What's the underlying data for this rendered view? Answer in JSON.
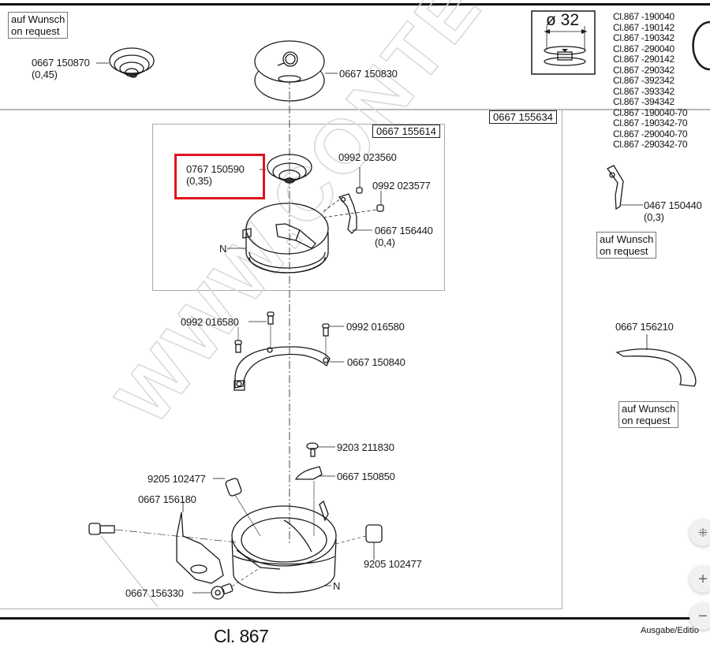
{
  "document": {
    "title": "Cl. 867",
    "edition_label": "Ausgabe/Editio",
    "watermark": "WWW.CONTEC.PL"
  },
  "bobbin_spec": {
    "symbol": "ø",
    "diameter": "32"
  },
  "models": [
    "Cl.867 -190040",
    "Cl.867 -190142",
    "Cl.867 -190342",
    "Cl.867 -290040",
    "Cl.867 -290142",
    "Cl.867 -290342",
    "Cl.867 -392342",
    "Cl.867 -393342",
    "Cl.867 -394342",
    "Cl.867 -190040-70",
    "Cl.867 -190342-70",
    "Cl.867 -290040-70",
    "Cl.867 -290342-70"
  ],
  "notes": {
    "on_request_1": {
      "de": "auf Wunsch",
      "en": "on request"
    },
    "on_request_2": {
      "de": "auf Wunsch",
      "en": "on request"
    },
    "on_request_3": {
      "de": "auf Wunsch",
      "en": "on request"
    }
  },
  "assemblies": {
    "outer": "0667 155634",
    "inner": "0667 155614"
  },
  "parts": {
    "spring_045": {
      "number": "0667 150870",
      "spec": "(0,45)"
    },
    "bobbin": {
      "number": "0667 150830"
    },
    "spring_035": {
      "number": "0767 150590",
      "spec": "(0,35)",
      "highlighted": true
    },
    "screw_023560": {
      "number": "0992 023560"
    },
    "screw_023577": {
      "number": "0992 023577"
    },
    "spring_04": {
      "number": "0667 156440",
      "spec": "(0,4)"
    },
    "bobbin_case_marker": "N",
    "spring_03": {
      "number": "0467 150440",
      "spec": "(0,3)"
    },
    "screw_016580_a": {
      "number": "0992 016580"
    },
    "screw_016580_b": {
      "number": "0992 016580"
    },
    "gib": {
      "number": "0667 150840"
    },
    "gib_alt": {
      "number": "0667 156210"
    },
    "screw_211830": {
      "number": "9203 211830"
    },
    "guide_150850": {
      "number": "0667 150850"
    },
    "set_screw_a": {
      "number": "9205 102477"
    },
    "guard_156180": {
      "number": "0667 156180"
    },
    "set_screw_b": {
      "number": "9205 102477"
    },
    "screw_156330": {
      "number": "0667 156330"
    },
    "hook_marker": "N"
  },
  "viewer_controls": {
    "fit_icon": "⁜",
    "zoom_in": "+",
    "zoom_out": "−"
  },
  "colors": {
    "highlight": "#e0141e",
    "line": "#1a1a1a",
    "frame": "#aaaaaa"
  }
}
